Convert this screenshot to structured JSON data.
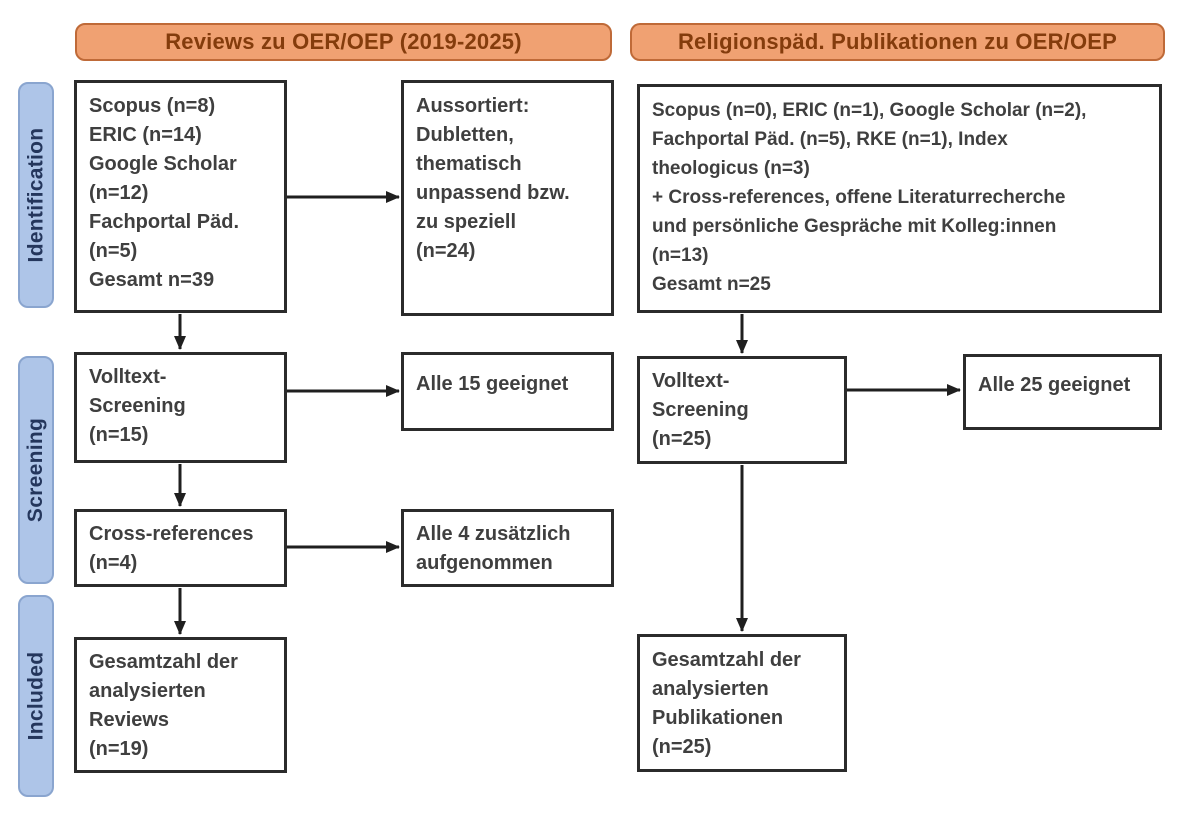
{
  "figure": {
    "columns": {
      "left_header": "Reviews zu OER/OEP (2019-2025)",
      "right_header": "Religionspäd. Publikationen zu OER/OEP"
    },
    "stages": {
      "identification": "Identification",
      "screening": "Screening",
      "included": "Included"
    },
    "left": {
      "sources": "Scopus (n=8)\nERIC (n=14)\nGoogle Scholar\n(n=12)\nFachportal Päd.\n(n=5)\nGesamt n=39",
      "excluded": "Aussortiert:\nDubletten,\nthematisch\nunpassend bzw.\nzu speziell\n(n=24)",
      "fulltext_screening": "Volltext-\nScreening\n(n=15)",
      "fulltext_result": "Alle 15 geeignet",
      "cross_references": "Cross-references\n(n=4)",
      "cross_references_result": "Alle 4 zusätzlich\naufgenommen",
      "total_included": "Gesamtzahl der\nanalysierten\nReviews\n(n=19)"
    },
    "right": {
      "sources": "Scopus (n=0), ERIC (n=1), Google Scholar (n=2),\nFachportal Päd. (n=5), RKE (n=1), Index\ntheologicus (n=3)\n+ Cross-references, offene Literaturrecherche\nund persönliche Gespräche mit Kolleg:innen\n(n=13)\nGesamt n=25",
      "fulltext_screening": "Volltext-\nScreening\n(n=25)",
      "fulltext_result": "Alle 25 geeignet",
      "total_included": "Gesamtzahl der\nanalysierten\nPublikationen\n(n=25)"
    },
    "colors": {
      "header_fill": "#f0a172",
      "header_border": "#bf6a38",
      "header_text": "#843c0c",
      "stage_fill": "#aec5e8",
      "stage_border": "#8aa5cf",
      "stage_text": "#24365c",
      "box_border": "#2b2b2b",
      "box_text": "#3f3f3f",
      "arrow": "#1f1f1f"
    }
  }
}
